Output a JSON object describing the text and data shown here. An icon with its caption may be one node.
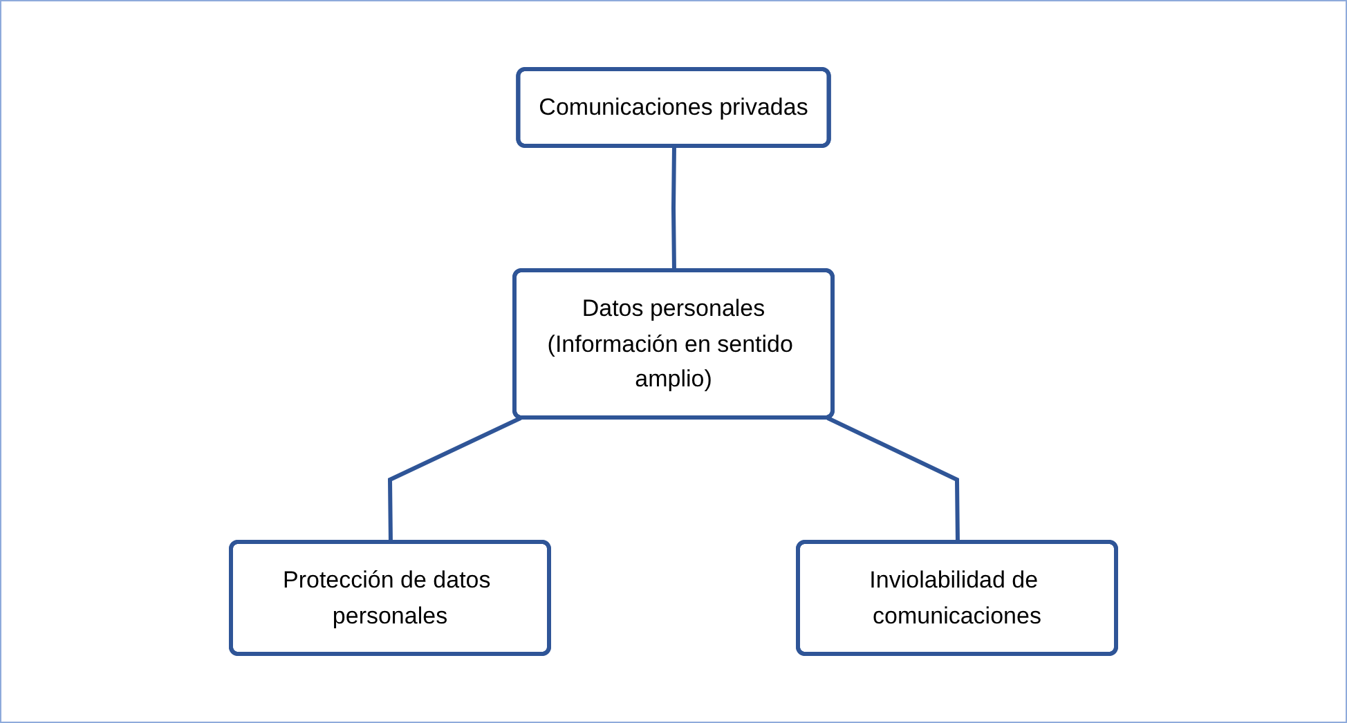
{
  "diagram": {
    "nodes": [
      {
        "text": [
          "Comunicaciones privadas"
        ]
      },
      {
        "text": [
          "Datos personales",
          "(Información en sentido amplio)"
        ]
      },
      {
        "text": [
          "Protección de datos personales"
        ]
      },
      {
        "text": [
          "Inviolabilidad de comunicaciones"
        ]
      }
    ],
    "edges": [
      {
        "from": 0,
        "to": 1,
        "arrow": "none"
      },
      {
        "from": 1,
        "to": 2,
        "arrow": "none"
      },
      {
        "from": 1,
        "to": 3,
        "arrow": "none"
      }
    ]
  }
}
